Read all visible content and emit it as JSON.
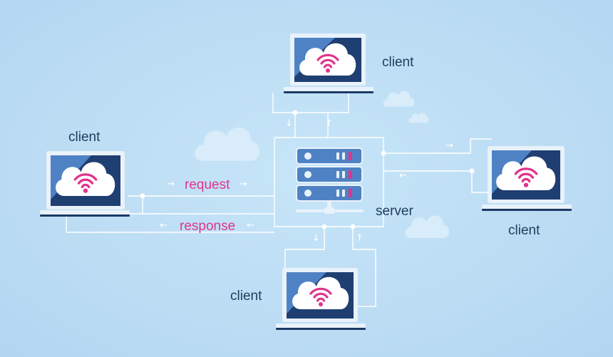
{
  "nodes": {
    "client_top": "client",
    "client_left": "client",
    "client_right": "client",
    "client_bottom": "client",
    "server": "server"
  },
  "flows": {
    "request": "request",
    "response": "response"
  },
  "icons": {
    "laptop": "laptop-icon",
    "cloud_wifi": "cloud-wifi-icon",
    "server": "server-rack-icon",
    "decor_cloud": "cloud-icon"
  },
  "colors": {
    "background": "#bfe0f6",
    "screen_dark": "#1f3f72",
    "screen_light": "#4f82c4",
    "accent": "#e0348c",
    "line": "#ffffff",
    "text": "#1f3b5c"
  }
}
